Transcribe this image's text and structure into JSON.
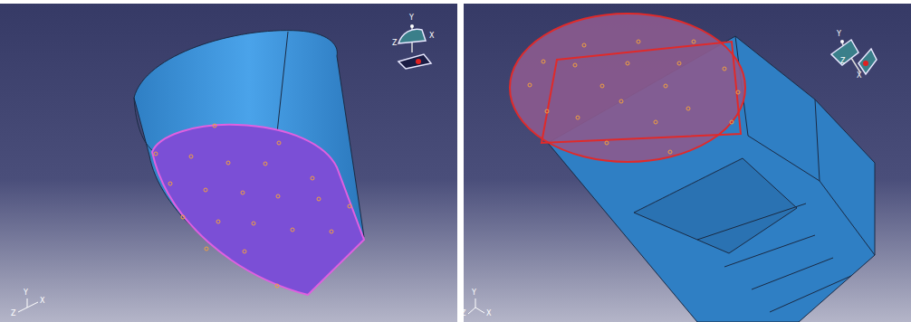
{
  "diagram": {
    "labels": [
      "Y",
      "X",
      "Z",
      "Y",
      "Z",
      "X",
      "Y",
      "Z",
      "X",
      "Y",
      "Z",
      "X"
    ]
  }
}
